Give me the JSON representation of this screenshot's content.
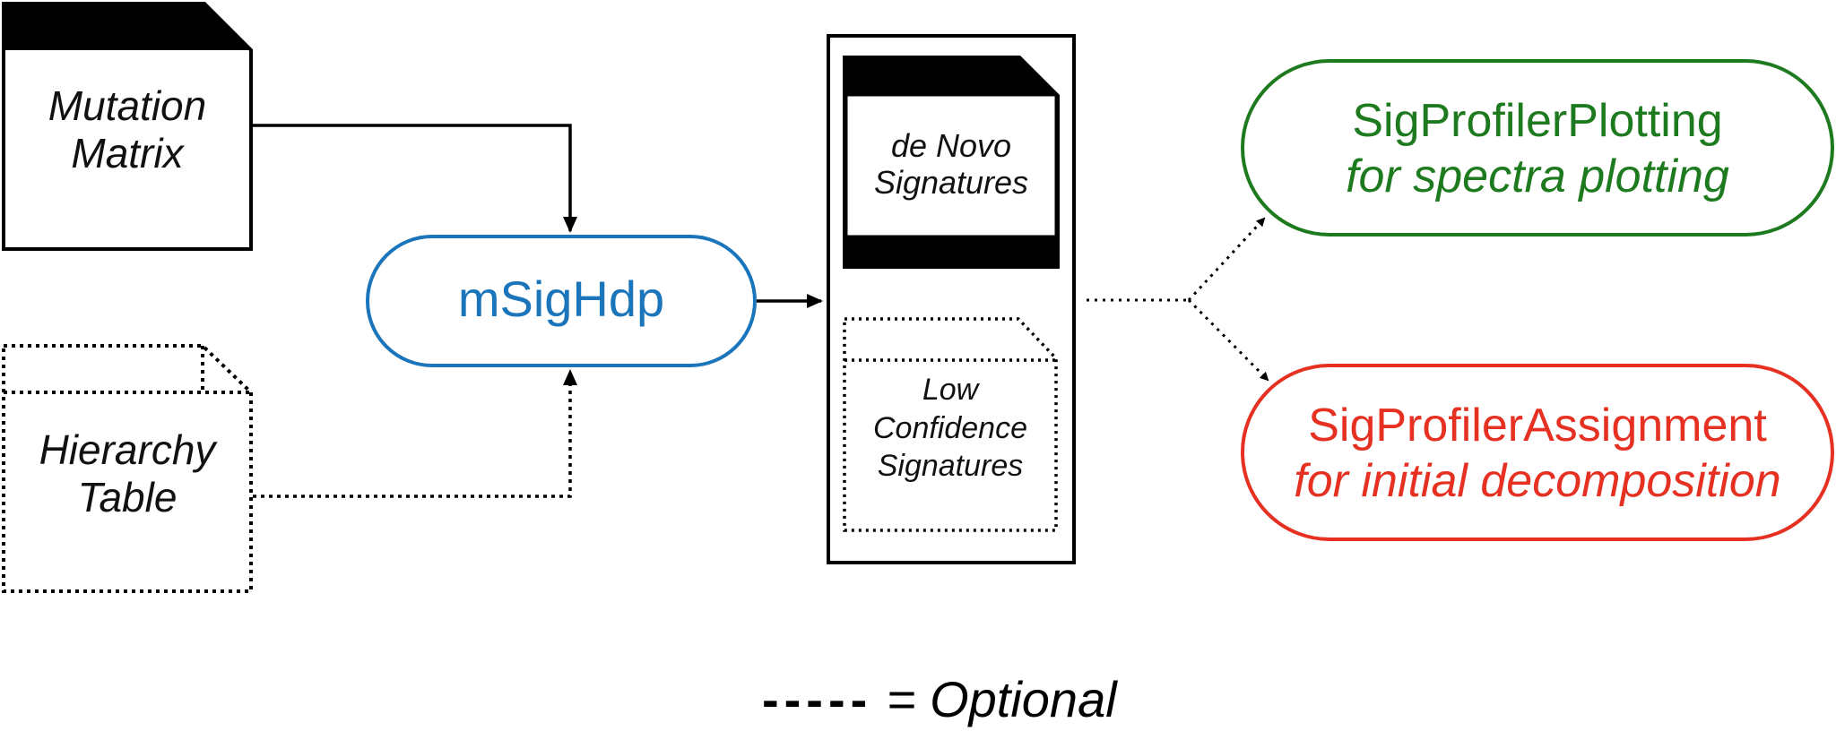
{
  "inputs": {
    "mutation_matrix": {
      "line1": "Mutation",
      "line2": "Matrix"
    },
    "hierarchy_table": {
      "line1": "Hierarchy",
      "line2": "Table"
    }
  },
  "tool": {
    "label": "mSigHdp"
  },
  "outputs": {
    "de_novo": {
      "line1": "de Novo",
      "line2": "Signatures"
    },
    "low_confidence": {
      "line1": "Low",
      "line2": "Confidence",
      "line3": "Signatures"
    }
  },
  "downstream": {
    "plotting": {
      "title": "SigProfilerPlotting",
      "subtitle": "for spectra plotting"
    },
    "assignment": {
      "title": "SigProfilerAssignment",
      "subtitle": "for initial decomposition"
    }
  },
  "legend": {
    "dashes": "-----",
    "text": "= Optional"
  },
  "colors": {
    "msighdp": "#1a75bb",
    "plotting": "#1e7a1e",
    "assignment": "#e53022",
    "ink": "#000000"
  }
}
